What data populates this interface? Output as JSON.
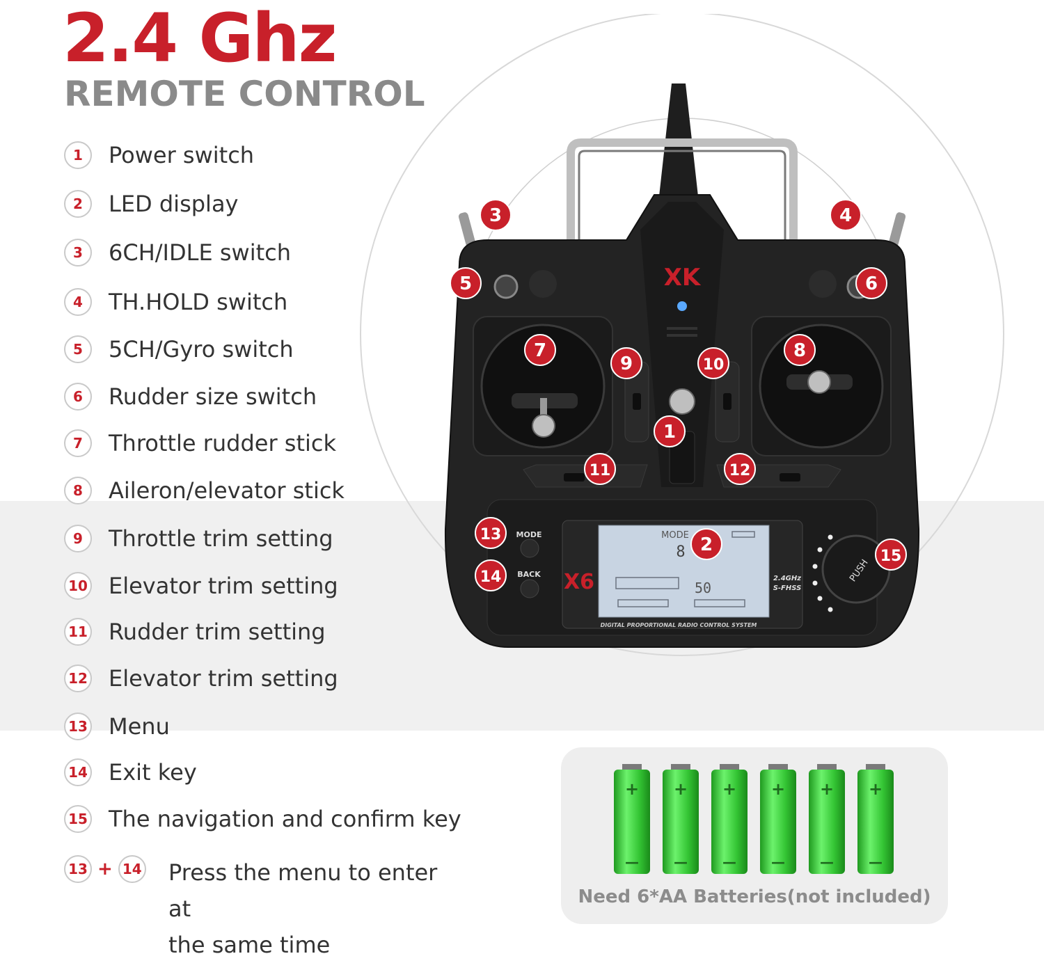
{
  "header": {
    "title": "2.4 Ghz",
    "subtitle": "REMOTE CONTROL"
  },
  "colors": {
    "accent": "#c8202a",
    "subtitle": "#8a8a8a",
    "band": "#f0f0f0",
    "battery_green": "#3cc43c"
  },
  "features": [
    {
      "num": "1",
      "label": "Power switch"
    },
    {
      "num": "2",
      "label": "LED display"
    },
    {
      "num": "3",
      "label": "6CH/IDLE switch"
    },
    {
      "num": "4",
      "label": "TH.HOLD switch"
    },
    {
      "num": "5",
      "label": "5CH/Gyro switch"
    },
    {
      "num": "6",
      "label": "Rudder size switch"
    },
    {
      "num": "7",
      "label": "Throttle rudder stick"
    },
    {
      "num": "8",
      "label": "Aileron/elevator stick"
    },
    {
      "num": "9",
      "label": "Throttle trim setting"
    },
    {
      "num": "10",
      "label": "Elevator trim setting"
    },
    {
      "num": "11",
      "label": "Rudder trim setting"
    },
    {
      "num": "12",
      "label": "Elevator trim setting"
    },
    {
      "num": "13",
      "label": "Menu"
    },
    {
      "num": "14",
      "label": "Exit key"
    },
    {
      "num": "15",
      "label": "The navigation and confirm key"
    }
  ],
  "combo": {
    "a": "13",
    "plus": "+",
    "b": "14",
    "line1": "Press the menu to enter at",
    "line2": "the same time"
  },
  "remote": {
    "brand_logo": "XK",
    "model": "X6",
    "mode_label": "MODE",
    "back_label": "BACK",
    "lcd_mode": "MODE",
    "lcd_value": "8",
    "lcd_number": "50",
    "freq_label": "2.4GHz",
    "fhss_label": "S-FHSS",
    "push_label": "PUSH",
    "system_label": "DIGITAL PROPORTIONAL RADIO CONTROL SYSTEM",
    "badges": [
      "1",
      "2",
      "3",
      "4",
      "5",
      "6",
      "7",
      "8",
      "9",
      "10",
      "11",
      "12",
      "13",
      "14",
      "15"
    ]
  },
  "batteries": {
    "count": 6,
    "plus": "+",
    "minus": "—",
    "caption": "Need 6*AA Batteries(not included)"
  }
}
